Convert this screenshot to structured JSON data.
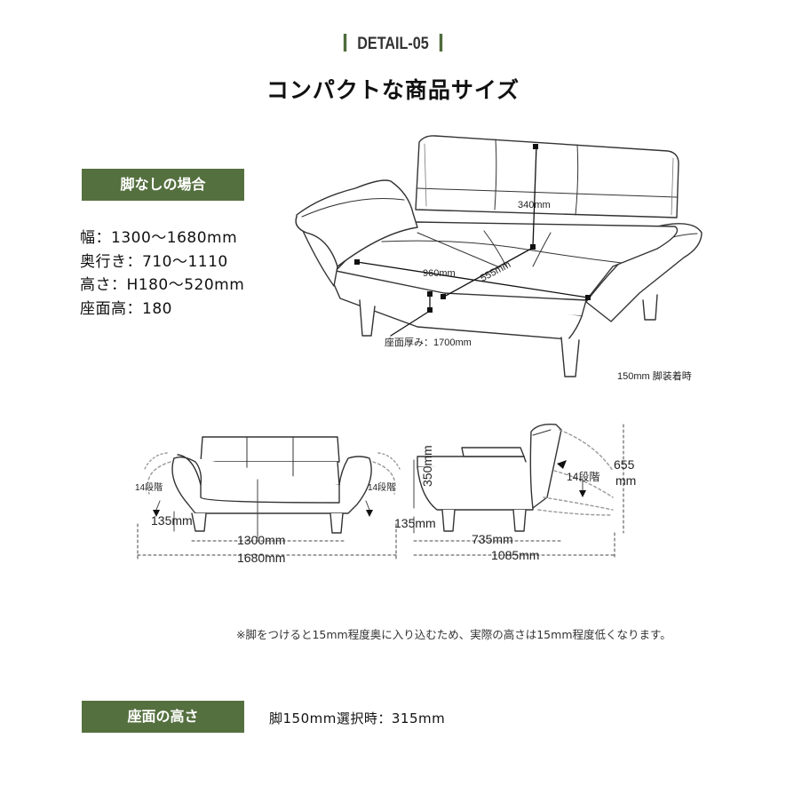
{
  "header": {
    "label": "DETAIL-05",
    "title": "コンパクトな商品サイズ"
  },
  "section1": {
    "badge": "脚なしの場合",
    "specs": [
      "幅：1300〜1680mm",
      "奥行き：710〜1110",
      "高さ：H180〜520mm",
      "座面高：180"
    ]
  },
  "diagram_top": {
    "dim_back": "340mm",
    "dim_width": "960mm",
    "dim_depth": "555mm",
    "thickness": "座面厚み：1700mm",
    "legs_note": "150mm 脚装着時"
  },
  "diagram_front": {
    "arm_steps_left": "14段階",
    "arm_steps_right": "14段階",
    "leg": "135mm",
    "width_inner": "1300mm",
    "width_outer": "1680mm"
  },
  "diagram_side": {
    "height_back": "350mm",
    "leg": "135mm",
    "steps": "14段階",
    "height_total": "655",
    "height_unit": "mm",
    "depth_inner": "735mm",
    "depth_outer": "1085mm"
  },
  "note": "※脚をつけると15mm程度奥に入り込むため、実際の高さは15mm程度低くなります。",
  "section2": {
    "badge": "座面の高さ",
    "value": "脚150mm選択時：315mm"
  },
  "colors": {
    "accent": "#55703f",
    "line": "#333333"
  }
}
